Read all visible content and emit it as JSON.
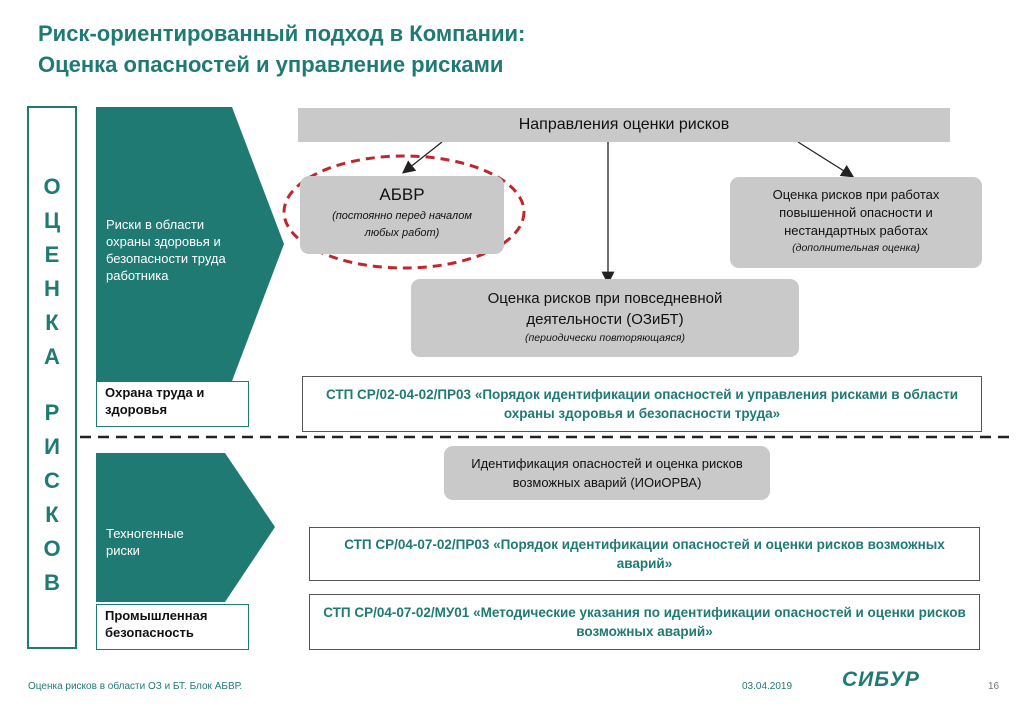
{
  "title": {
    "line1": "Риск-ориентированный подход в Компании:",
    "line2": "Оценка опасностей и управление рисками"
  },
  "vertical": {
    "letters": [
      "О",
      "Ц",
      "Е",
      "Н",
      "К",
      "А",
      "",
      "Р",
      "И",
      "С",
      "К",
      "О",
      "В"
    ]
  },
  "section_top": {
    "arrow_text": "Риски в области охраны здоровья и безопасности труда работника",
    "label": "Охрана труда и здоровья"
  },
  "section_bottom": {
    "arrow_text": "Техногенные риски",
    "label": "Промышленная безопасность"
  },
  "header_bar": "Направления оценки рисков",
  "abvr": {
    "title": "АБВР",
    "subtitle": "(постоянно перед началом любых работ)"
  },
  "hazard_box": {
    "title": "Оценка рисков при работах повышенной опасности и нестандартных работах",
    "subtitle": "(дополнительная оценка)"
  },
  "daily_box": {
    "title": "Оценка рисков при повседневной деятельности (ОЗиБТ)",
    "subtitle": "(периодически повторяющаяся)"
  },
  "stp1": "СТП СР/02-04-02/ПР03 «Порядок идентификации опасностей и управления рисками в области охраны здоровья и безопасности труда»",
  "ioorva_box": "Идентификация опасностей и оценка рисков возможных аварий (ИОиОРВА)",
  "stp2": "СТП СР/04-07-02/ПР03 «Порядок идентификации опасностей и оценки рисков возможных аварий»",
  "stp3": "СТП СР/04-07-02/МУ01 «Методические указания по идентификации опасностей и оценки рисков возможных аварий»",
  "footer": {
    "left": "Оценка рисков в области ОЗ и БТ. Блок АБВР.",
    "date": "03.04.2019",
    "logo": "СИБУР",
    "page": "16"
  },
  "colors": {
    "teal": "#1f7a74",
    "gray_box": "#c9c9c9",
    "dashed_red": "#c0272d"
  }
}
